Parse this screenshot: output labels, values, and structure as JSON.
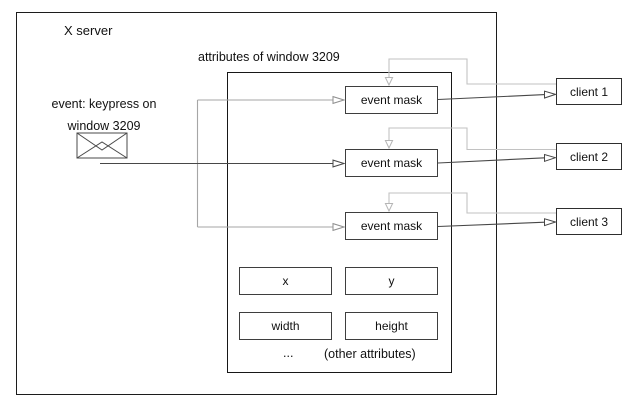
{
  "diagram": {
    "server_label": "X server",
    "attributes_title": "attributes of window 3209",
    "event_note": {
      "line1": "event: keypress on",
      "line2": "window 3209"
    },
    "attributes_box": {
      "event_masks": [
        "event mask",
        "event mask",
        "event mask"
      ],
      "fields": [
        "x",
        "y",
        "width",
        "height"
      ],
      "ellipsis": "...",
      "other_attributes": "(other attributes)"
    },
    "clients": [
      "client 1",
      "client 2",
      "client 3"
    ],
    "icons": [
      "envelope-icon",
      "open-right-arrowhead-icon",
      "open-down-arrowhead-icon"
    ],
    "colors": {
      "background": "#ffffff",
      "outer_border": "#1c1c1c",
      "inner_box_border": "#3e3e3e",
      "event_line": "#474747",
      "branch_line": "#a6a6a6",
      "loop_line": "#c2c2c2"
    }
  }
}
